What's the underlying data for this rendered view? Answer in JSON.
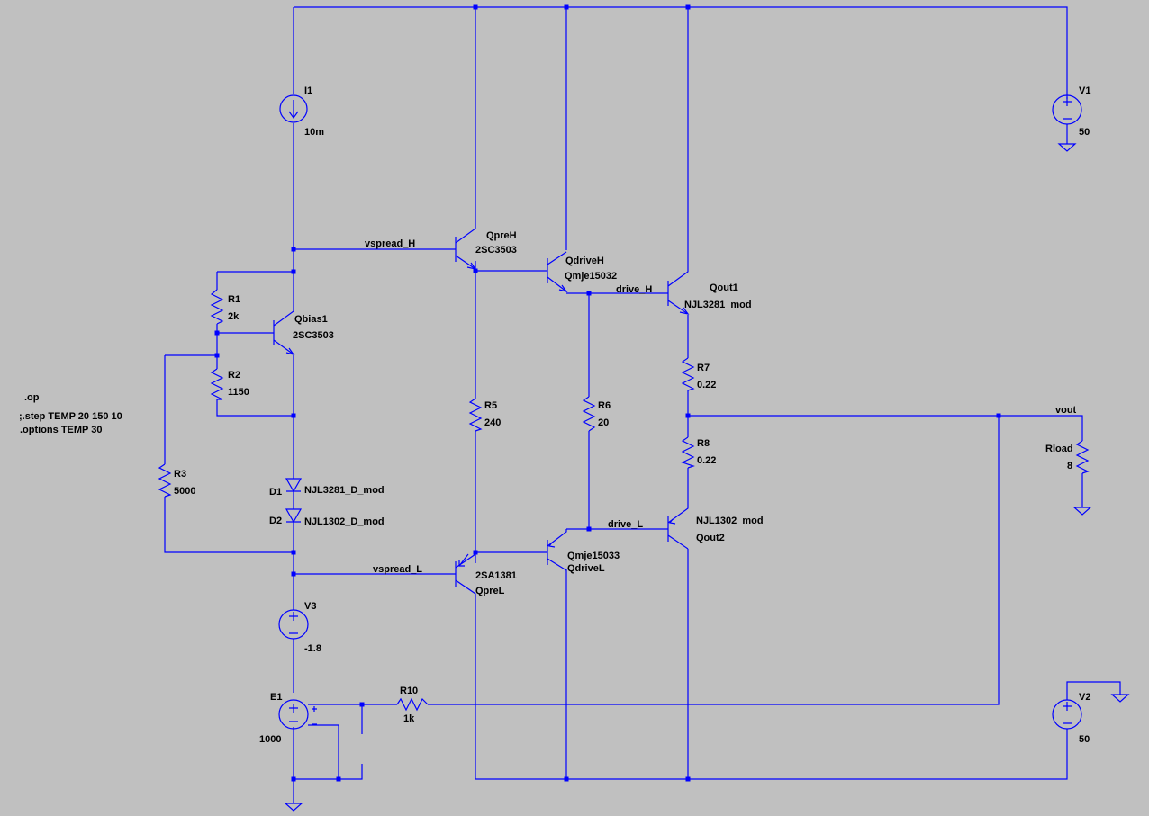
{
  "directives": {
    "op": ".op",
    "step": ";.step TEMP 20 150 10",
    "options": ".options TEMP 30"
  },
  "nets": {
    "vspread_h": "vspread_H",
    "vspread_l": "vspread_L",
    "drive_h": "drive_H",
    "drive_l": "drive_L",
    "vout": "vout"
  },
  "components": {
    "i1": {
      "ref": "I1",
      "value": "10m"
    },
    "v1": {
      "ref": "V1",
      "value": "50"
    },
    "v2": {
      "ref": "V2",
      "value": "50"
    },
    "v3": {
      "ref": "V3",
      "value": "-1.8"
    },
    "e1": {
      "ref": "E1",
      "value": "1000"
    },
    "r1": {
      "ref": "R1",
      "value": "2k"
    },
    "r2": {
      "ref": "R2",
      "value": "1150"
    },
    "r3": {
      "ref": "R3",
      "value": "5000"
    },
    "r5": {
      "ref": "R5",
      "value": "240"
    },
    "r6": {
      "ref": "R6",
      "value": "20"
    },
    "r7": {
      "ref": "R7",
      "value": "0.22"
    },
    "r8": {
      "ref": "R8",
      "value": "0.22"
    },
    "r10": {
      "ref": "R10",
      "value": "1k"
    },
    "rload": {
      "ref": "Rload",
      "value": "8"
    },
    "d1": {
      "ref": "D1",
      "value": "NJL3281_D_mod"
    },
    "d2": {
      "ref": "D2",
      "value": "NJL1302_D_mod"
    },
    "qbias1": {
      "ref": "Qbias1",
      "value": "2SC3503"
    },
    "qpreh": {
      "ref": "QpreH",
      "value": "2SC3503"
    },
    "qdriveh": {
      "ref": "QdriveH",
      "value": "Qmje15032"
    },
    "qout1": {
      "ref": "Qout1",
      "value": "NJL3281_mod"
    },
    "qprel": {
      "ref": "QpreL",
      "value": "2SA1381"
    },
    "qdrivel": {
      "ref": "QdriveL",
      "value": "Qmje15033"
    },
    "qout2": {
      "ref": "Qout2",
      "value": "NJL1302_mod"
    }
  },
  "colors": {
    "background": "#c0c0c0",
    "wire": "#0000ff",
    "label": "#000000"
  }
}
